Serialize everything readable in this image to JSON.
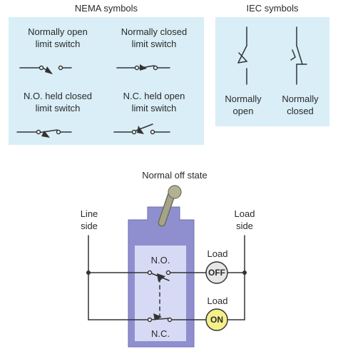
{
  "nema": {
    "title": "NEMA symbols",
    "items": [
      {
        "line1": "Normally open",
        "line2": "limit switch"
      },
      {
        "line1": "Normally closed",
        "line2": "limit switch"
      },
      {
        "line1": "N.O. held closed",
        "line2": "limit switch"
      },
      {
        "line1": "N.C. held open",
        "line2": "limit switch"
      }
    ]
  },
  "iec": {
    "title": "IEC symbols",
    "items": [
      {
        "line1": "Normally",
        "line2": "open"
      },
      {
        "line1": "Normally",
        "line2": "closed"
      }
    ]
  },
  "circuit": {
    "state_label": "Normal off state",
    "line_side": {
      "line1": "Line",
      "line2": "side"
    },
    "load_side": {
      "line1": "Load",
      "line2": "side"
    },
    "no_label": "N.O.",
    "nc_label": "N.C.",
    "load_top": "Load",
    "load_bottom": "Load",
    "lamp_off": "OFF",
    "lamp_on": "ON"
  },
  "colors": {
    "panel": "#d9eef7",
    "switch_body": "#8f8fd0",
    "switch_inner": "#d7daf4",
    "lever": "#9a9a7e",
    "lamp_off": "#e6e6e6",
    "lamp_on": "#f5ef8a"
  }
}
